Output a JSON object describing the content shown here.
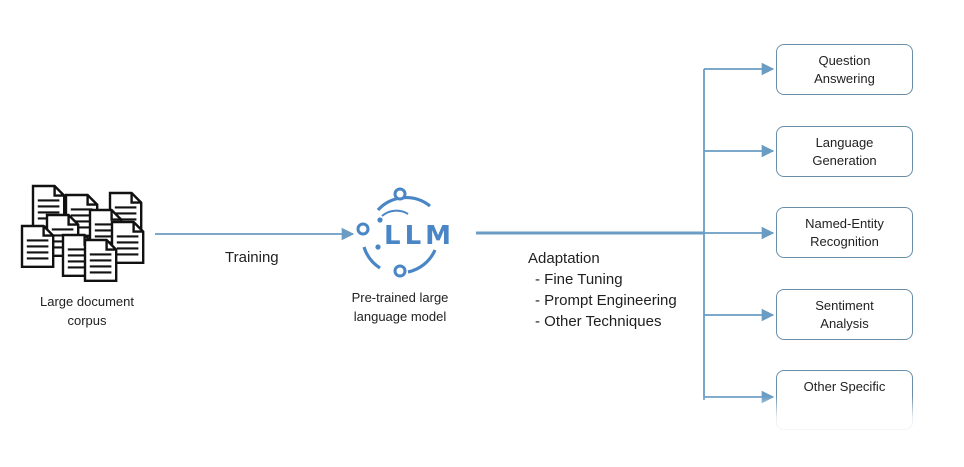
{
  "source": {
    "label": "Large document\ncorpus",
    "icon": "document-stack-icon"
  },
  "training": {
    "label": "Training"
  },
  "model": {
    "logo_text": "LLM",
    "icon": "llm-logo-icon",
    "label": "Pre-trained large\nlanguage model"
  },
  "adaptation": {
    "title": "Adaptation",
    "items": [
      "- Fine Tuning",
      "- Prompt Engineering",
      "- Other Techniques"
    ]
  },
  "tasks": [
    {
      "label": "Question\nAnswering"
    },
    {
      "label": "Language\nGeneration"
    },
    {
      "label": "Named-Entity\nRecognition"
    },
    {
      "label": "Sentiment\nAnalysis"
    },
    {
      "label": "Other Specific"
    }
  ],
  "colors": {
    "line": "#6a9cc4",
    "accent": "#4a86c5",
    "box_border": "#6a8ea8"
  }
}
